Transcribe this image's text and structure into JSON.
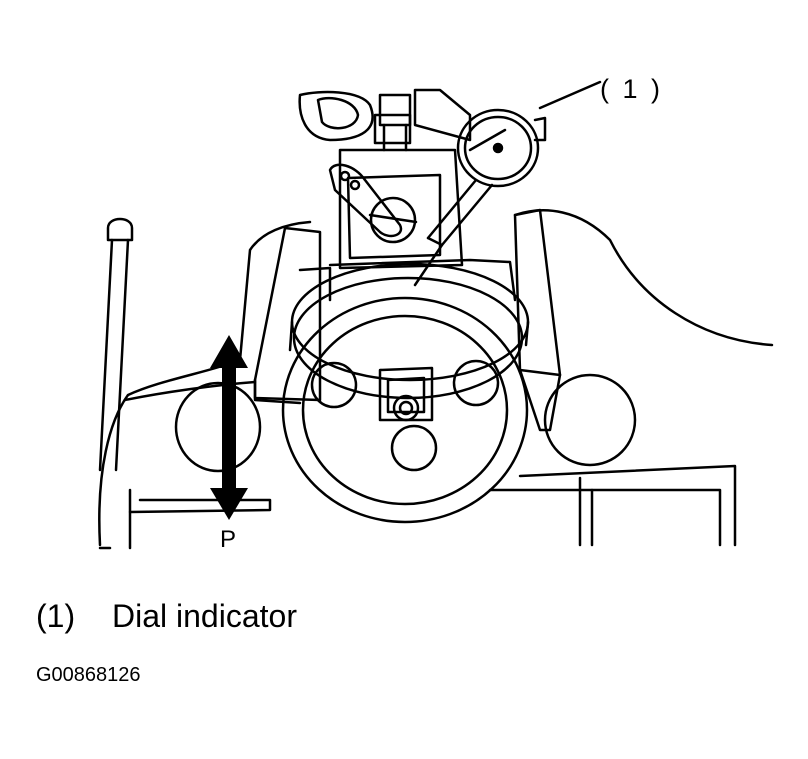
{
  "figure": {
    "callout_number": "( 1 )",
    "direction_label": "P",
    "legend": [
      {
        "number": "(1)",
        "text": "Dial indicator"
      }
    ],
    "figure_id": "G00868126"
  }
}
